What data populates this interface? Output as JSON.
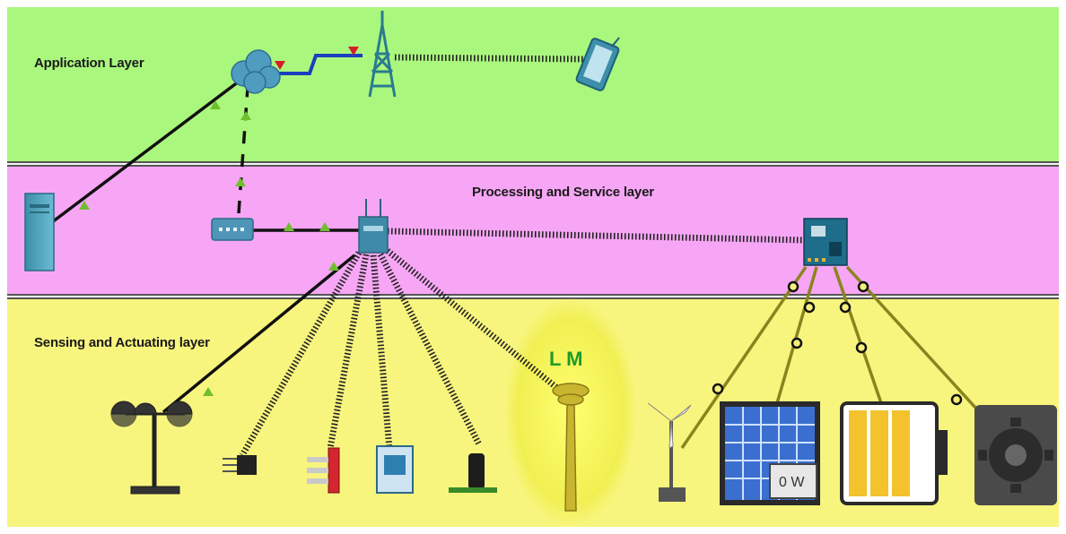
{
  "layers": {
    "application": "Application Layer",
    "processing": "Processing and Service layer",
    "sensing": "Sensing and Actuating layer"
  },
  "lamp_label": "L M",
  "solar_panel_readout": "0 W",
  "colors": {
    "application_band": "#aaf77e",
    "processing_band": "#f7a6f5",
    "sensing_band": "#f8f57e",
    "lamp_glow": "#f3f25a",
    "link_triangle": "#6fbf2e",
    "wan_link": "#1a3fc0",
    "iot_wire": "#8a8420"
  },
  "icons": [
    "cloud-icon",
    "cell-tower-icon",
    "smartphone-icon",
    "server-icon",
    "switch-icon",
    "home-gateway-icon",
    "microcontroller-board-icon",
    "anemometer-icon",
    "temperature-sensor-icon",
    "led-actuator-icon",
    "humidity-sensor-icon",
    "sprinkler-icon",
    "street-lamp-icon",
    "wind-turbine-icon",
    "solar-panel-icon",
    "battery-icon",
    "motor-gear-icon"
  ]
}
